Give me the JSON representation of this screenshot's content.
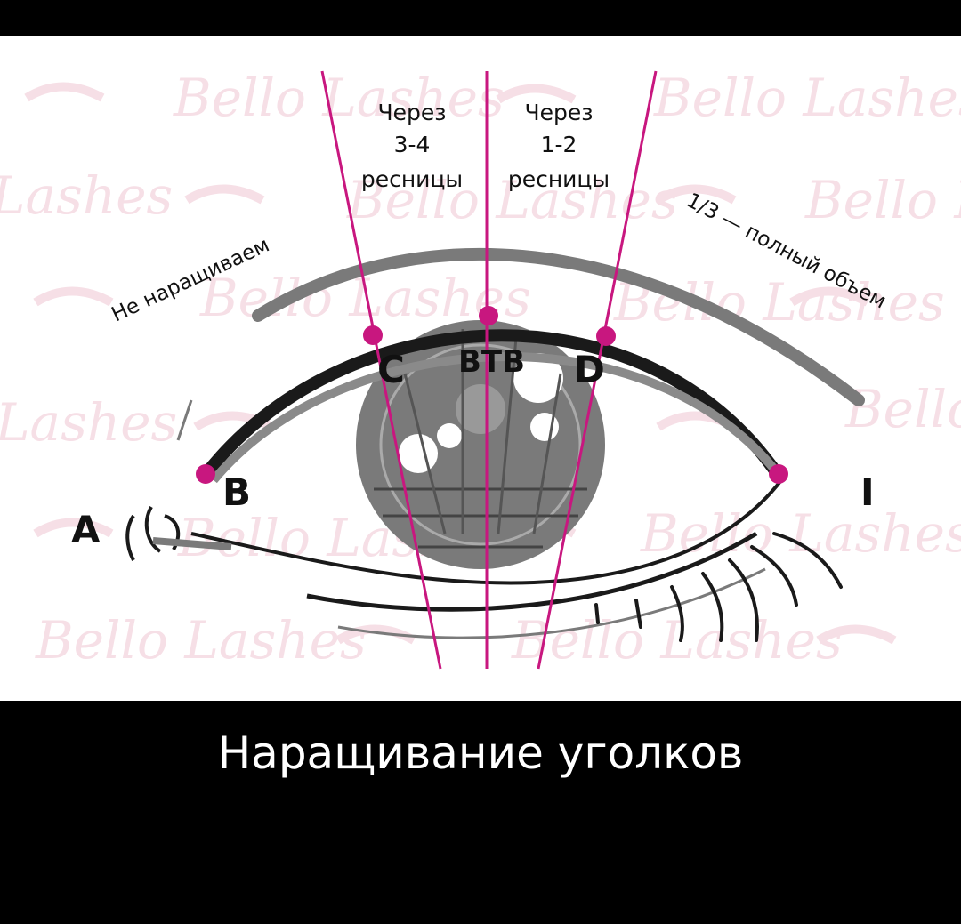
{
  "diagram": {
    "watermark": "Bello Lashes",
    "labels": {
      "col_left": [
        "Через",
        "3-4",
        "ресницы"
      ],
      "col_right": [
        "Через",
        "1-2",
        "ресницы"
      ],
      "no_extend": "Не наращиваем",
      "full_volume": "1/3 — полный объем",
      "point_a": "A",
      "point_b": "B",
      "point_c": "C",
      "point_btb": "BTB",
      "point_d": "D",
      "point_i": "I"
    },
    "colors": {
      "guide_line": "#c8177f",
      "marker": "#c8177f",
      "lid_line": "#1a1a1a",
      "iris": "#777777",
      "watermark": "#f6dfe6"
    }
  },
  "caption": "Наращивание уголков"
}
